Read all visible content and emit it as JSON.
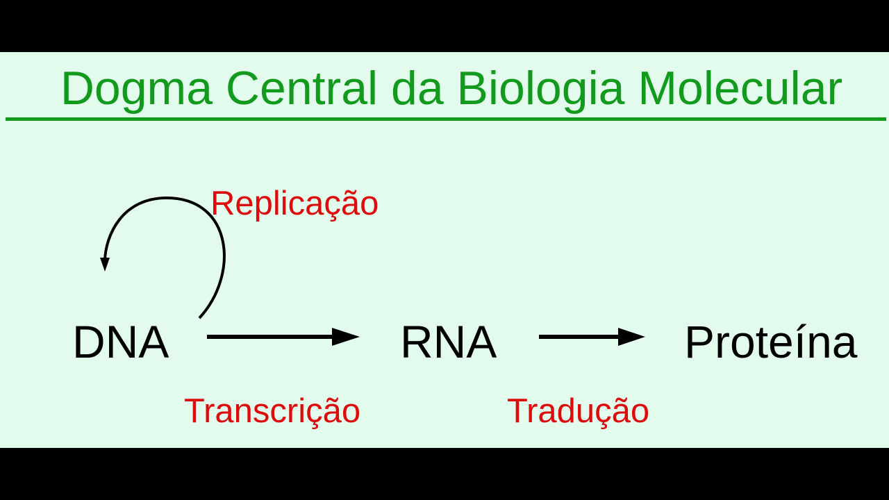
{
  "title": "Dogma Central da Biologia Molecular",
  "nodes": {
    "dna": "DNA",
    "rna": "RNA",
    "protein": "Proteína"
  },
  "processes": {
    "replication": "Replicação",
    "transcription": "Transcrição",
    "translation": "Tradução"
  },
  "colors": {
    "background": "#e2fbec",
    "title": "#119a1c",
    "process_label": "#dd0b0b",
    "node_label": "#000000",
    "letterbox": "#000000"
  }
}
